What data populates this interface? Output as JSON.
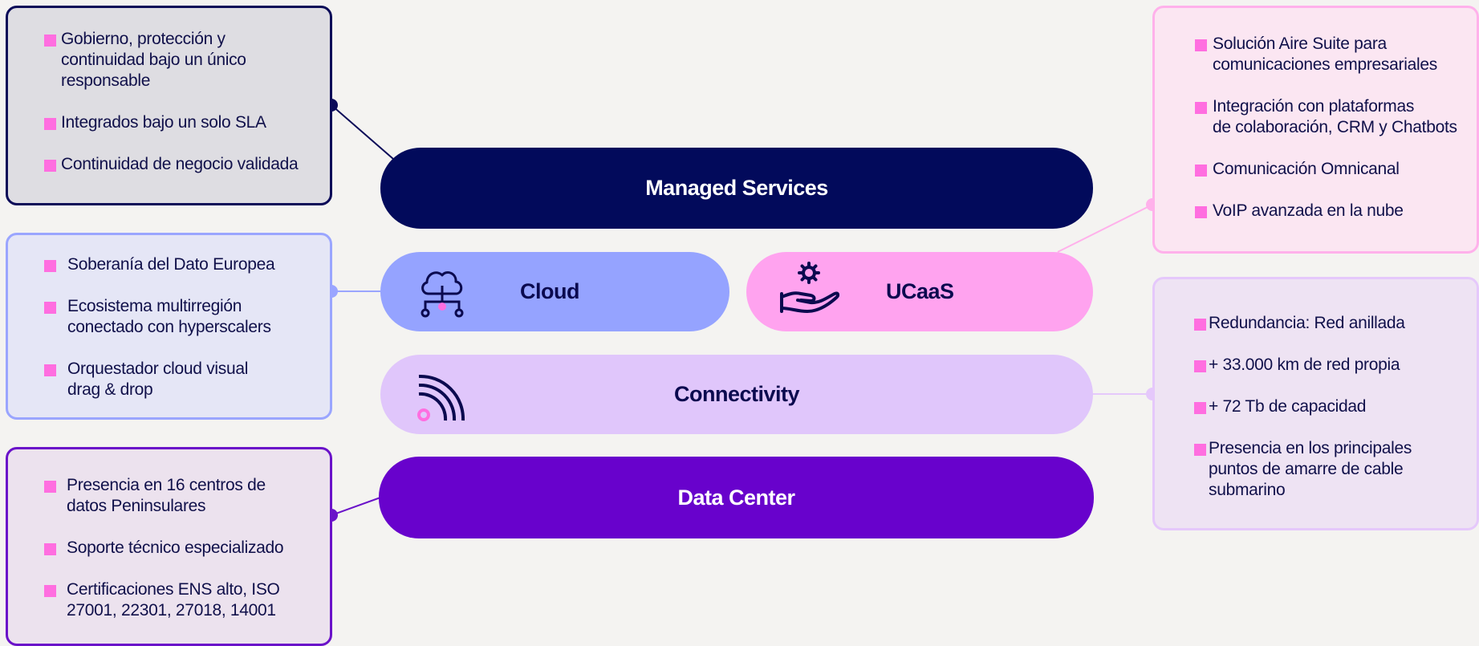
{
  "colors": {
    "background": "#f4f3f1",
    "managed_services": "#020a5b",
    "cloud": "#95a3ff",
    "ucaas": "#ffa3ef",
    "connectivity": "#e0c6fb",
    "data_center": "#6802cc",
    "bullet": "#ff6ee0",
    "text": "#0d0c4f"
  },
  "layers": {
    "managed_services": "Managed Services",
    "cloud": "Cloud",
    "ucaas": "UCaaS",
    "connectivity": "Connectivity",
    "data_center": "Data Center"
  },
  "icons": {
    "cloud": "cloud-network-icon",
    "ucaas": "gear-hand-icon",
    "connectivity": "signal-waves-icon",
    "bullet": "square-bullet-icon"
  },
  "panels": {
    "managed_services": {
      "items": [
        "Gobierno,  protección y\ncontinuidad bajo un único\nresponsable",
        "Integrados bajo un solo SLA",
        "Continuidad de negocio validada"
      ]
    },
    "cloud": {
      "items": [
        "Soberanía del Dato Europea",
        "Ecosistema multirregión\nconectado con hyperscalers",
        "Orquestador cloud visual\ndrag & drop"
      ]
    },
    "data_center": {
      "items": [
        "Presencia en 16 centros de\ndatos Peninsulares",
        "Soporte técnico especializado",
        "Certificaciones ENS alto, ISO\n27001, 22301, 27018, 14001"
      ]
    },
    "ucaas": {
      "items": [
        "Solución Aire Suite para\ncomunicaciones empresariales",
        "Integración con plataformas\nde colaboración, CRM y Chatbots",
        "Comunicación Omnicanal",
        "VoIP avanzada en la nube"
      ]
    },
    "connectivity": {
      "items": [
        "Redundancia: Red anillada",
        "+ 33.000 km de red propia",
        "+ 72 Tb de capacidad",
        "Presencia en los principales\npuntos de amarre de cable\nsubmarino"
      ]
    }
  }
}
